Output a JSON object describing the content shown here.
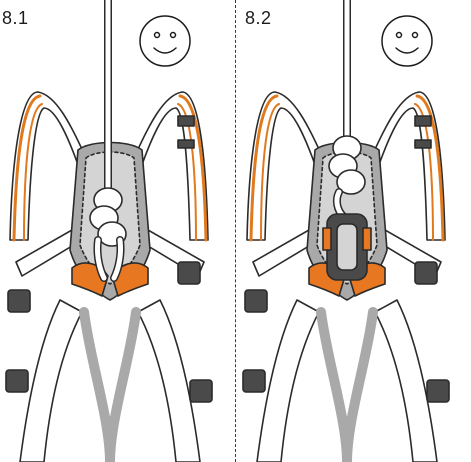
{
  "panels": [
    {
      "label": "8.1",
      "status_icon": "smiley-face-icon",
      "tie_in": "figure-eight-knot"
    },
    {
      "label": "8.2",
      "status_icon": "smiley-face-icon",
      "tie_in": "figure-eight-knot-with-locking-carabiner"
    }
  ],
  "colors": {
    "outline": "#2b2b2b",
    "webbing": "#ffffff",
    "webbing_trim": "#e07a1f",
    "padding": "#a9a9a9",
    "padding_light": "#d4d4d4",
    "orange_pad": "#e87722",
    "buckle": "#4a4a4a",
    "rope": "#ffffff"
  }
}
